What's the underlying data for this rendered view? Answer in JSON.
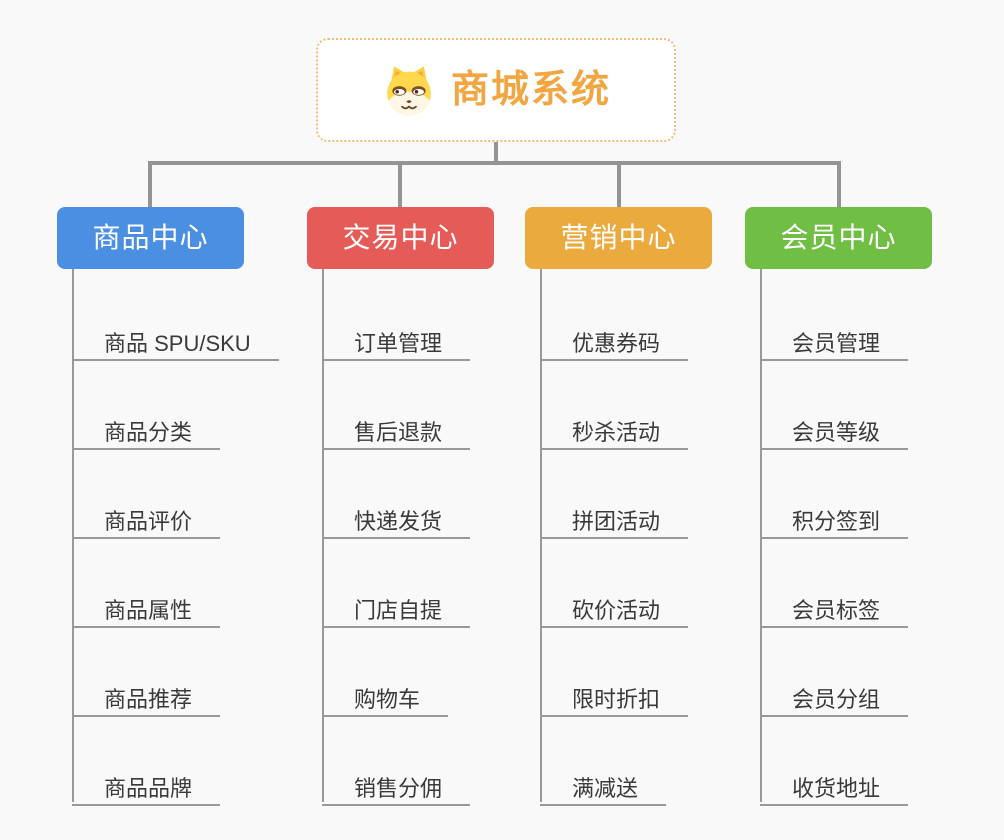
{
  "root": {
    "title": "商城系统",
    "icon": "dog-face-icon",
    "title_color": "#f2a642",
    "border_color": "#f1bc74"
  },
  "connector_color": "#949494",
  "branches": [
    {
      "label": "商品中心",
      "color": "#4b8fe2",
      "items": [
        "商品 SPU/SKU",
        "商品分类",
        "商品评价",
        "商品属性",
        "商品推荐",
        "商品品牌"
      ]
    },
    {
      "label": "交易中心",
      "color": "#e45b57",
      "items": [
        "订单管理",
        "售后退款",
        "快递发货",
        "门店自提",
        "购物车",
        "销售分佣"
      ]
    },
    {
      "label": "营销中心",
      "color": "#ebaa3e",
      "items": [
        "优惠券码",
        "秒杀活动",
        "拼团活动",
        "砍价活动",
        "限时折扣",
        "满减送"
      ]
    },
    {
      "label": "会员中心",
      "color": "#71be44",
      "items": [
        "会员管理",
        "会员等级",
        "积分签到",
        "会员标签",
        "会员分组",
        "收货地址"
      ]
    }
  ]
}
